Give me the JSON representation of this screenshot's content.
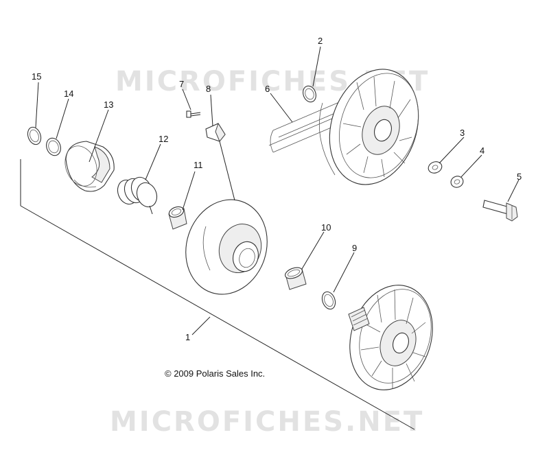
{
  "watermark": "MICROFICHES.NET",
  "copyright": "© 2009 Polaris Sales Inc.",
  "callouts": {
    "c1": "1",
    "c2": "2",
    "c3": "3",
    "c4": "4",
    "c5": "5",
    "c6": "6",
    "c7": "7",
    "c8": "8",
    "c9": "9",
    "c10": "10",
    "c11": "11",
    "c12": "12",
    "c13": "13",
    "c14": "14",
    "c15": "15"
  }
}
